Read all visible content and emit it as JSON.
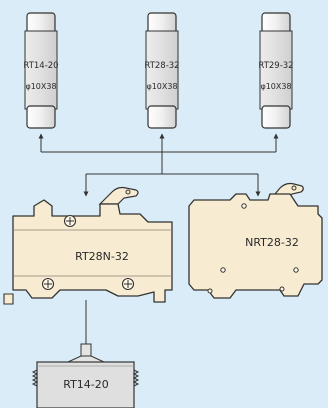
{
  "fuses": [
    {
      "model": "RT14-20",
      "size": "φ10X38"
    },
    {
      "model": "RT28-32",
      "size": "φ10X38"
    },
    {
      "model": "RT29-32",
      "size": "φ10X38"
    }
  ],
  "holders": [
    {
      "model": "RT28N-32"
    },
    {
      "model": "NRT28-32"
    }
  ],
  "base": {
    "model": "RT14-20"
  },
  "colors": {
    "background": "#d9ecf7",
    "body": "#f7ecd2",
    "outline": "#333333",
    "fuse_glass": "#e7e7e7",
    "base": "#dfdfdf"
  }
}
